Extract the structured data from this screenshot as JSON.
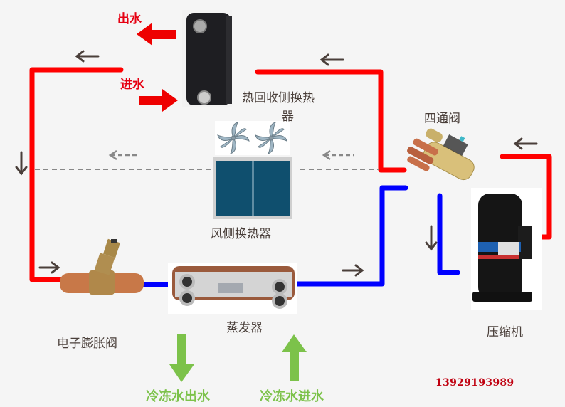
{
  "diagram": {
    "title": "热回收热泵系统流程图",
    "components": {
      "heat_recovery_exchanger": {
        "label_line1": "热回收侧换热",
        "label_line2": "器",
        "water_out": "出水",
        "water_in": "进水"
      },
      "air_side_exchanger": {
        "label": "风侧换热器"
      },
      "four_way_valve": {
        "label": "四通阀"
      },
      "compressor": {
        "label": "压缩机"
      },
      "expansion_valve": {
        "label": "电子膨胀阀"
      },
      "evaporator": {
        "label": "蒸发器",
        "chilled_water_out": "冷冻水出水",
        "chilled_water_in": "冷冻水进水"
      }
    },
    "contact": {
      "phone": "13929193989"
    },
    "colors": {
      "hot_line": "#ff0000",
      "cold_line": "#0000ff",
      "water_arrow": "#ee0000",
      "chilled_arrow": "#7cc24a",
      "flow_arrow": "#4a3f3a",
      "dashed_line": "#888888"
    }
  }
}
